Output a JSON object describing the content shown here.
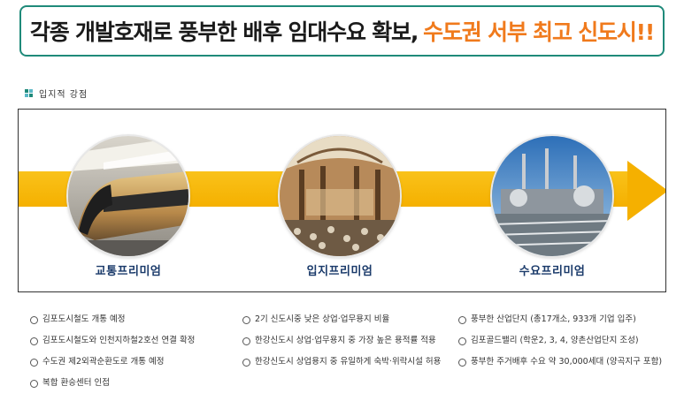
{
  "headline": {
    "main": "각종 개발호재로 풍부한 배후 임대수요 확보,",
    "accent": "수도권 서부 최고 신도시!!"
  },
  "section_title": "입지적 강점",
  "premiums": [
    {
      "label": "교통프리미엄",
      "icon": "subway-train-image"
    },
    {
      "label": "입지프리미엄",
      "icon": "shopping-mall-image"
    },
    {
      "label": "수요프리미엄",
      "icon": "industrial-complex-image"
    }
  ],
  "columns": [
    {
      "items": [
        "김포도시철도 개통 예정",
        "김포도시철도와 인천지하철2호선 연결 확정",
        "수도권 제2외곽순환도로 개통 예정",
        "복합 환승센터 인접"
      ]
    },
    {
      "items": [
        "2기 신도시중 낮은 상업·업무용지 비율",
        "한강신도시 상업·업무용지 중 가장 높은 용적률 적용",
        "한강신도시 상업용지 중 유일하게 숙박·위락시설 허용"
      ]
    },
    {
      "items": [
        "풍부한 산업단지 (총17개소, 933개 기업 입주)",
        "김포골드밸리 (학운2, 3, 4, 양촌산업단지 조성)",
        "풍부한 주거배후 수요 약 30,000세대 (양곡지구 포함)"
      ]
    }
  ],
  "colors": {
    "border": "#1f8a7a",
    "accent": "#f07a1c",
    "arrow": "#f5b000",
    "caption": "#1a3a6a"
  }
}
